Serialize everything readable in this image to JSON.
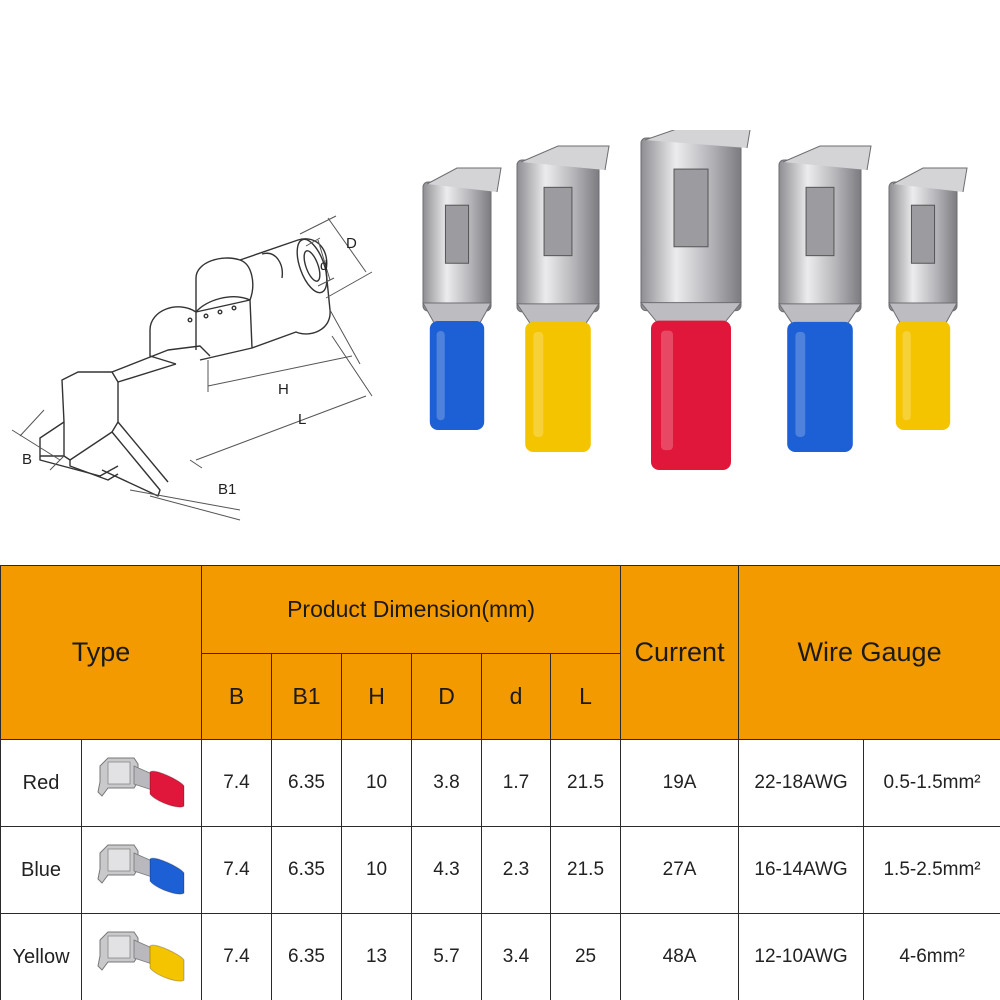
{
  "diagram": {
    "labels": {
      "D": "D",
      "d": "d",
      "H": "H",
      "L": "L",
      "B": "B",
      "B1": "B1"
    }
  },
  "colors": {
    "header": "#f39a00",
    "red": "#e0173a",
    "blue": "#1d5fd4",
    "yellow": "#f5c400",
    "metal": "#c9c9cc"
  },
  "photo": {
    "terminals": [
      {
        "sleeve": "blue"
      },
      {
        "sleeve": "yellow"
      },
      {
        "sleeve": "red"
      },
      {
        "sleeve": "blue"
      },
      {
        "sleeve": "yellow"
      }
    ]
  },
  "table": {
    "type_header": "Type",
    "dimension_header": "Product Dimension(mm)",
    "current_header": "Current",
    "wire_header": "Wire Gauge",
    "columns": [
      "B",
      "B1",
      "H",
      "D",
      "d",
      "L"
    ],
    "rows": [
      {
        "name": "Red",
        "sleeve": "red",
        "B": "7.4",
        "B1": "6.35",
        "H": "10",
        "D": "3.8",
        "d": "1.7",
        "L": "21.5",
        "current": "19A",
        "awg": "22-18AWG",
        "mm2": "0.5-1.5mm²"
      },
      {
        "name": "Blue",
        "sleeve": "blue",
        "B": "7.4",
        "B1": "6.35",
        "H": "10",
        "D": "4.3",
        "d": "2.3",
        "L": "21.5",
        "current": "27A",
        "awg": "16-14AWG",
        "mm2": "1.5-2.5mm²"
      },
      {
        "name": "Yellow",
        "sleeve": "yellow",
        "B": "7.4",
        "B1": "6.35",
        "H": "13",
        "D": "5.7",
        "d": "3.4",
        "L": "25",
        "current": "48A",
        "awg": "12-10AWG",
        "mm2": "4-6mm²"
      }
    ]
  }
}
